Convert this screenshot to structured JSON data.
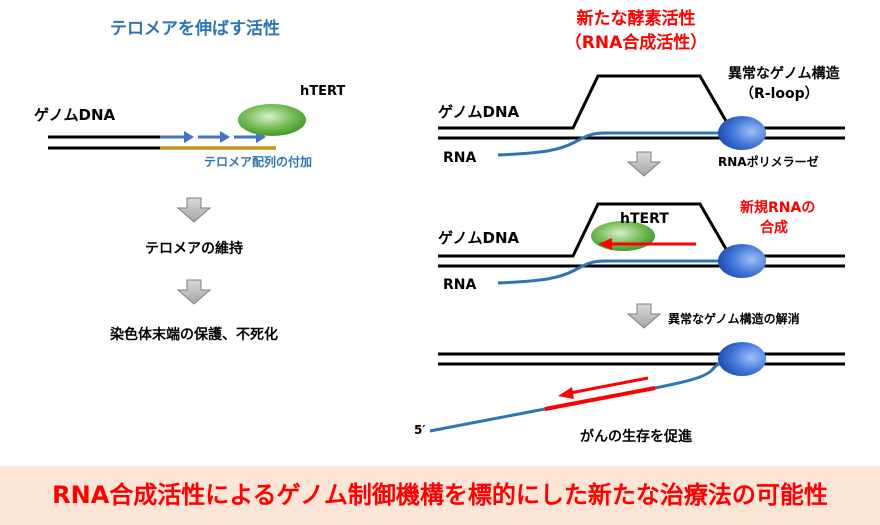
{
  "left": {
    "title": "テロメアを伸ばす活性",
    "genome_label": "ゲノムDNA",
    "htert_label": "hTERT",
    "telomere_add_label": "テロメア配列の付加",
    "step1": "テロメアの維持",
    "step2": "染色体末端の保護、不死化"
  },
  "right": {
    "title_line1": "新たな酵素活性",
    "title_line2": "（RNA合成活性）",
    "panel1": {
      "genome_label": "ゲノムDNA",
      "rna_label": "RNA",
      "structure_line1": "異常なゲノム構造",
      "structure_line2": "（R-loop）",
      "polymerase_label": "RNAポリメラーゼ"
    },
    "panel2": {
      "genome_label": "ゲノムDNA",
      "rna_label": "RNA",
      "htert_label": "hTERT",
      "new_rna_line1": "新規RNAの",
      "new_rna_line2": "合成"
    },
    "resolve_label": "異常なゲノム構造の解消",
    "panel3": {
      "five_prime": "5′",
      "outcome": "がんの生存を促進"
    }
  },
  "banner": {
    "text": "RNA合成活性によるゲノム制御機構を標的にした新たな治療法の可能性"
  },
  "colors": {
    "blue_title": "#2e75b6",
    "red": "#ff0000",
    "dna_black": "#000000",
    "rna_blue": "#2e75b6",
    "telomere_gold": "#c8961e",
    "htert_green": "#5aaa3c",
    "polymerase_blue": "#3a6fd6",
    "arrow_gray": "#bfbfbf",
    "banner_bg": "#fce4d6"
  }
}
